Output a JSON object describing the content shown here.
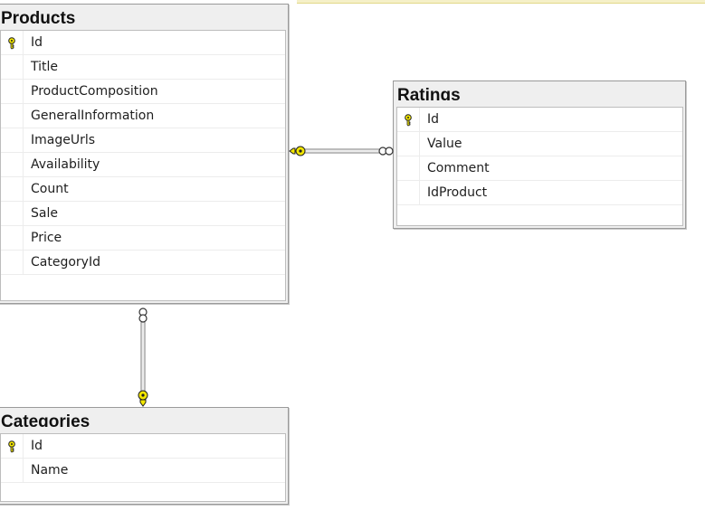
{
  "tables": {
    "products": {
      "name": "Products",
      "columns": [
        {
          "name": "Id",
          "primary_key": true
        },
        {
          "name": "Title",
          "primary_key": false
        },
        {
          "name": "ProductComposition",
          "primary_key": false
        },
        {
          "name": "GeneralInformation",
          "primary_key": false
        },
        {
          "name": "ImageUrls",
          "primary_key": false
        },
        {
          "name": "Availability",
          "primary_key": false
        },
        {
          "name": "Count",
          "primary_key": false
        },
        {
          "name": "Sale",
          "primary_key": false
        },
        {
          "name": "Price",
          "primary_key": false
        },
        {
          "name": "CategoryId",
          "primary_key": false
        }
      ]
    },
    "ratings": {
      "name": "Ratings",
      "columns": [
        {
          "name": "Id",
          "primary_key": true
        },
        {
          "name": "Value",
          "primary_key": false
        },
        {
          "name": "Comment",
          "primary_key": false
        },
        {
          "name": "IdProduct",
          "primary_key": false
        }
      ]
    },
    "categories": {
      "name": "Categories",
      "columns": [
        {
          "name": "Id",
          "primary_key": true
        },
        {
          "name": "Name",
          "primary_key": false
        }
      ]
    }
  },
  "relationships": [
    {
      "from": "Products",
      "to": "Ratings",
      "one_end": "Products",
      "many_end": "Ratings"
    },
    {
      "from": "Categories",
      "to": "Products",
      "one_end": "Categories",
      "many_end": "Products"
    }
  ],
  "colors": {
    "key_fill": "#f2e600",
    "key_stroke": "#222222",
    "line": "#7a7a7a",
    "header_bg": "#efefef"
  }
}
